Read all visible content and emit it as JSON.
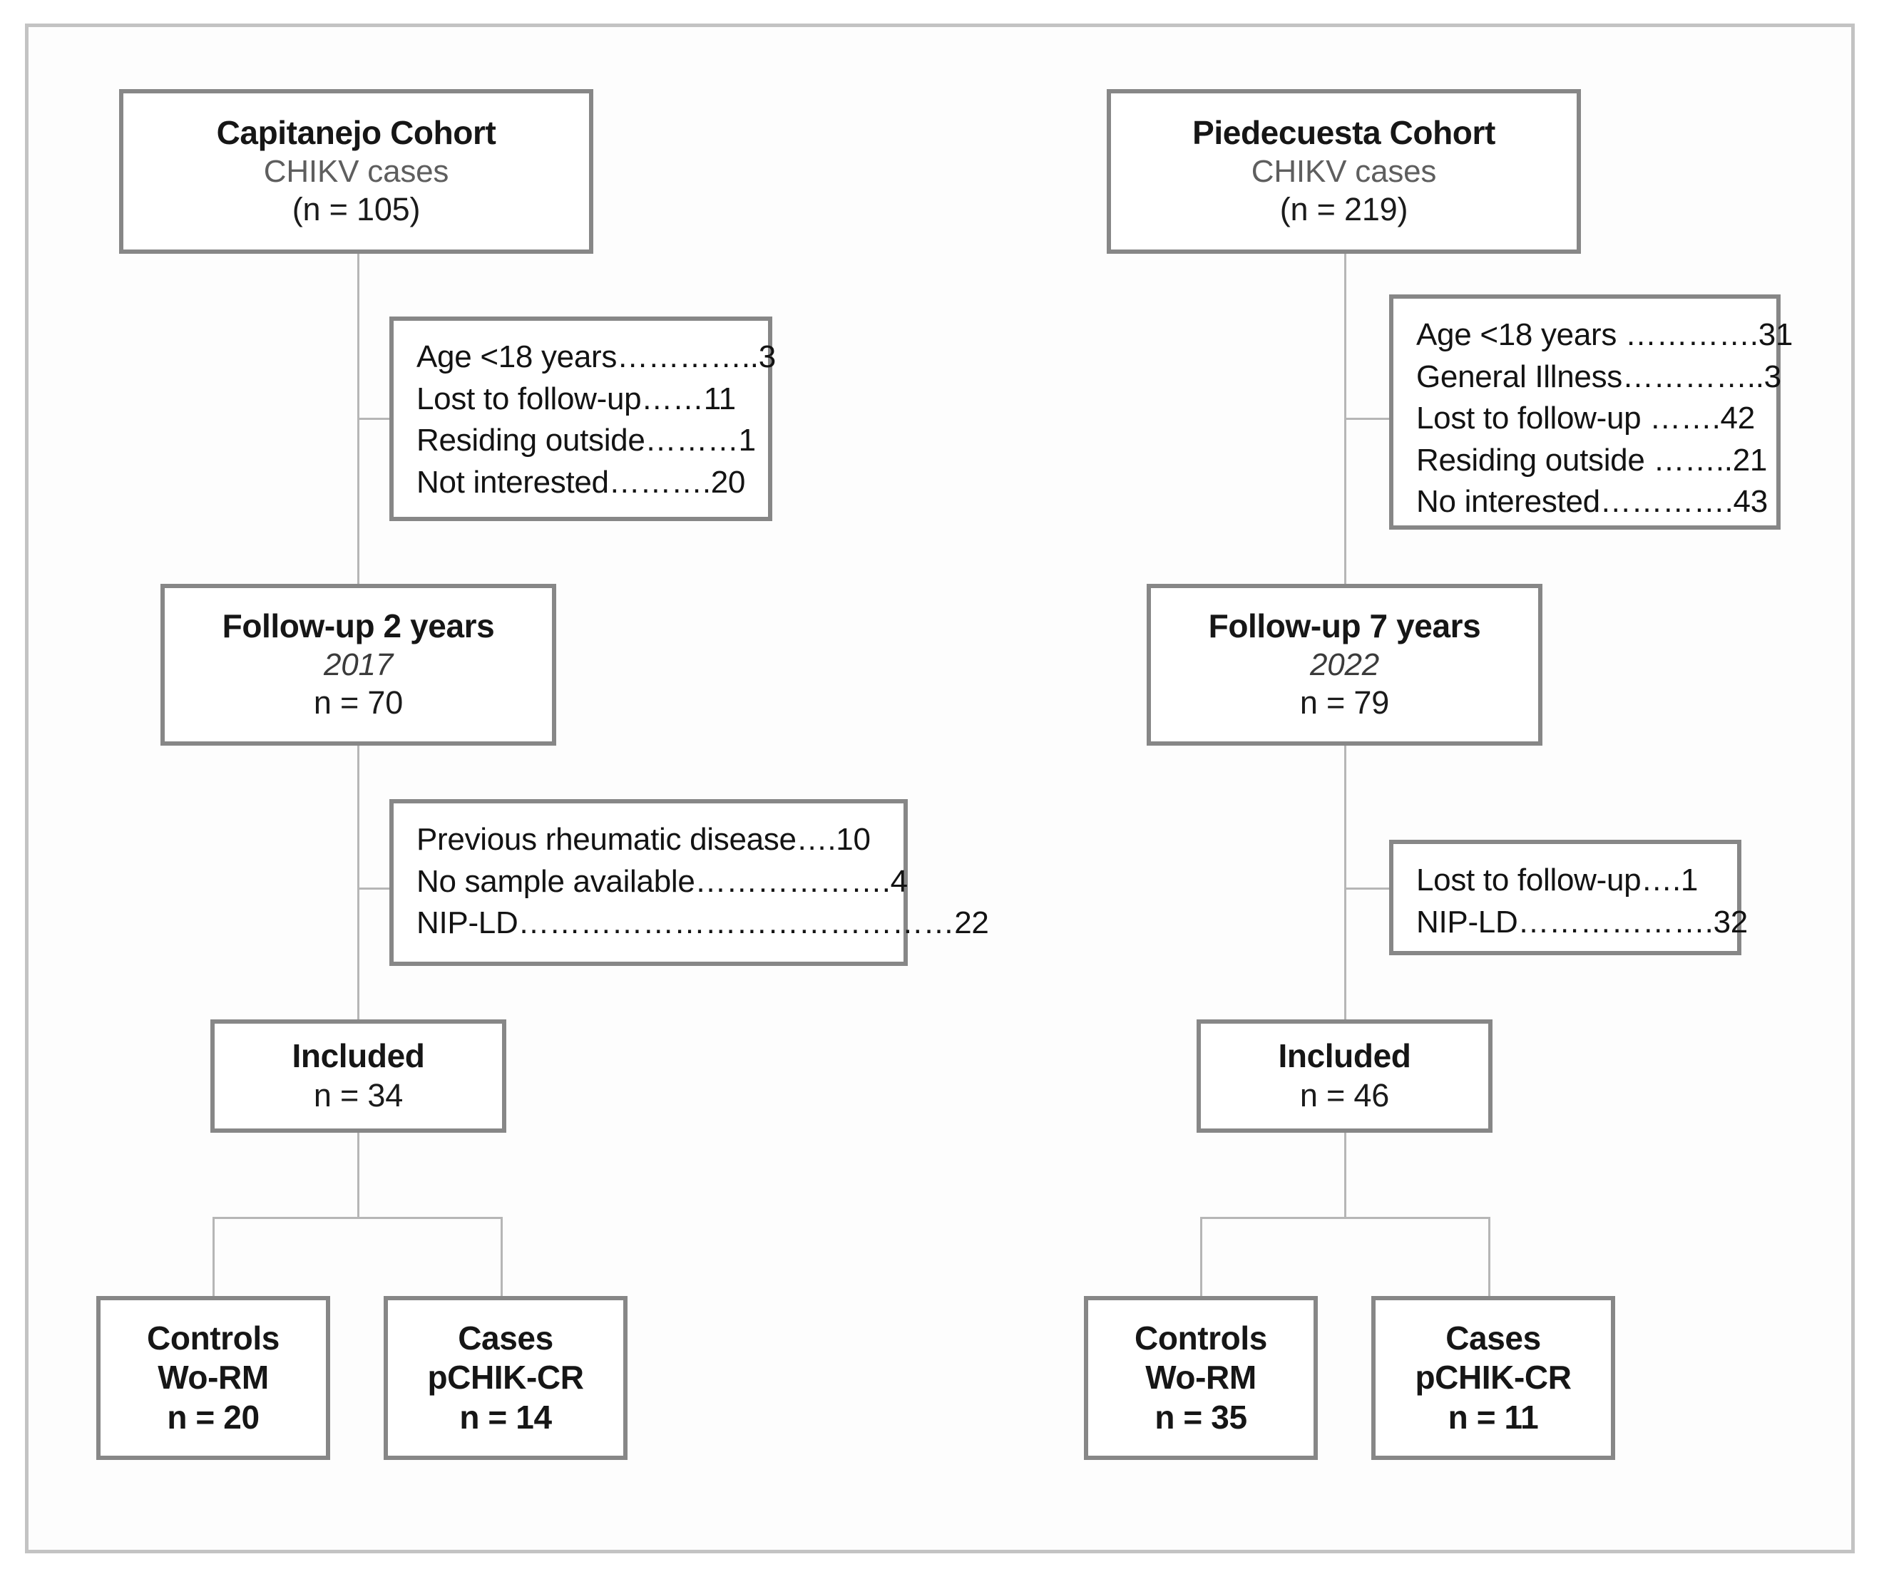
{
  "diagram": {
    "title": "CHIKV cohort study flow diagram",
    "colors": {
      "frame_border": "#c3c3c3",
      "box_border": "#878787",
      "connector": "#b6b6b6",
      "text_primary": "#161616",
      "text_muted": "#5e5e5e",
      "background": "#ffffff"
    }
  },
  "left_branch": {
    "cohort": {
      "title": "Capitanejo Cohort",
      "subtitle": "CHIKV cases",
      "count": "(n = 105)"
    },
    "exclusions_1": [
      "Age <18 years…………..3",
      "Lost to follow-up……11",
      "Residing outside………1",
      "Not interested……….20"
    ],
    "followup": {
      "title": "Follow-up 2 years",
      "year": "2017",
      "count": "n = 70"
    },
    "exclusions_2": [
      "Previous rheumatic disease….10",
      "No sample available……………….4",
      "NIP-LD……………………………………22"
    ],
    "included": {
      "title": "Included",
      "count": "n = 34"
    },
    "outcomes": [
      {
        "title": "Controls",
        "subtitle": "Wo-RM",
        "count": "n = 20"
      },
      {
        "title": "Cases",
        "subtitle": "pCHIK-CR",
        "count": "n = 14"
      }
    ]
  },
  "right_branch": {
    "cohort": {
      "title": "Piedecuesta Cohort",
      "subtitle": "CHIKV cases",
      "count": "(n = 219)"
    },
    "exclusions_1": [
      "Age <18 years ………….31",
      "General Illness…………..3",
      "Lost to follow-up …….42",
      "Residing outside ……..21",
      "No interested………….43"
    ],
    "followup": {
      "title": "Follow-up 7 years",
      "year": "2022",
      "count": "n = 79"
    },
    "exclusions_2": [
      "Lost to follow-up….1",
      "NIP-LD……………….32"
    ],
    "included": {
      "title": "Included",
      "count": "n = 46"
    },
    "outcomes": [
      {
        "title": "Controls",
        "subtitle": "Wo-RM",
        "count": "n = 35"
      },
      {
        "title": "Cases",
        "subtitle": "pCHIK-CR",
        "count": "n = 11"
      }
    ]
  }
}
